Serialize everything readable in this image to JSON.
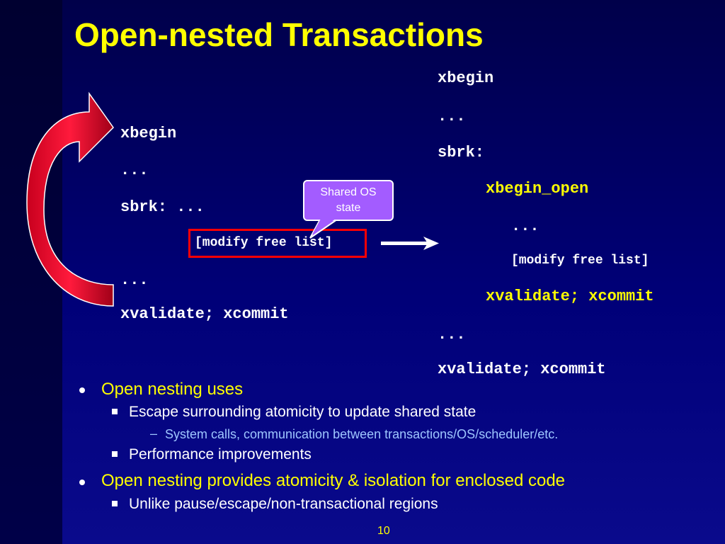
{
  "slide": {
    "title": "Open-nested Transactions",
    "page_number": "10"
  },
  "left_code": {
    "xbegin": "xbegin",
    "dots1": "...",
    "sbrk": "sbrk: ...",
    "modify": "[modify free list]",
    "dots2": "...",
    "commit": "xvalidate; xcommit"
  },
  "callout": {
    "line1": "Shared OS",
    "line2": "state"
  },
  "right_code": {
    "xbegin": "xbegin",
    "dots1": "...",
    "sbrk": "sbrk:",
    "xbegin_open": "xbegin_open",
    "dots_inner": "...",
    "modify": "[modify free list]",
    "inner_commit": "xvalidate; xcommit",
    "dots2": "...",
    "commit": "xvalidate; xcommit"
  },
  "bullets": [
    {
      "text": "Open nesting uses",
      "sub": [
        {
          "text": "Escape surrounding atomicity to update shared state",
          "sub": [
            "System calls, communication between transactions/OS/scheduler/etc."
          ]
        },
        {
          "text": "Performance improvements",
          "sub": []
        }
      ]
    },
    {
      "text": "Open nesting provides atomicity & isolation for enclosed code",
      "sub": [
        {
          "text": "Unlike pause/escape/non-transactional regions",
          "sub": []
        }
      ]
    }
  ],
  "colors": {
    "title": "#ffff00",
    "level1": "#ffff00",
    "level2": "#ffffff",
    "level3": "#9ec6ff",
    "highlight_box": "#ff0000",
    "callout_fill": "#a35cff",
    "curved_arrow": "#e8002a"
  },
  "icons": [
    "curved-arrow-icon",
    "right-arrow-icon"
  ]
}
